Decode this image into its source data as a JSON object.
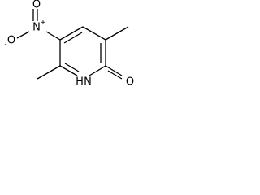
{
  "molecule": {
    "atoms": {
      "nitro_oxygen": "O",
      "nitro_charge": "-",
      "nitro_nitrogen": "N",
      "nitro_n_charge": "+",
      "nitro_top_oxygen": "O",
      "ring_nitrogen": "H",
      "ring_nitrogen_symbol": "N",
      "carbonyl_oxygen": "O"
    }
  }
}
